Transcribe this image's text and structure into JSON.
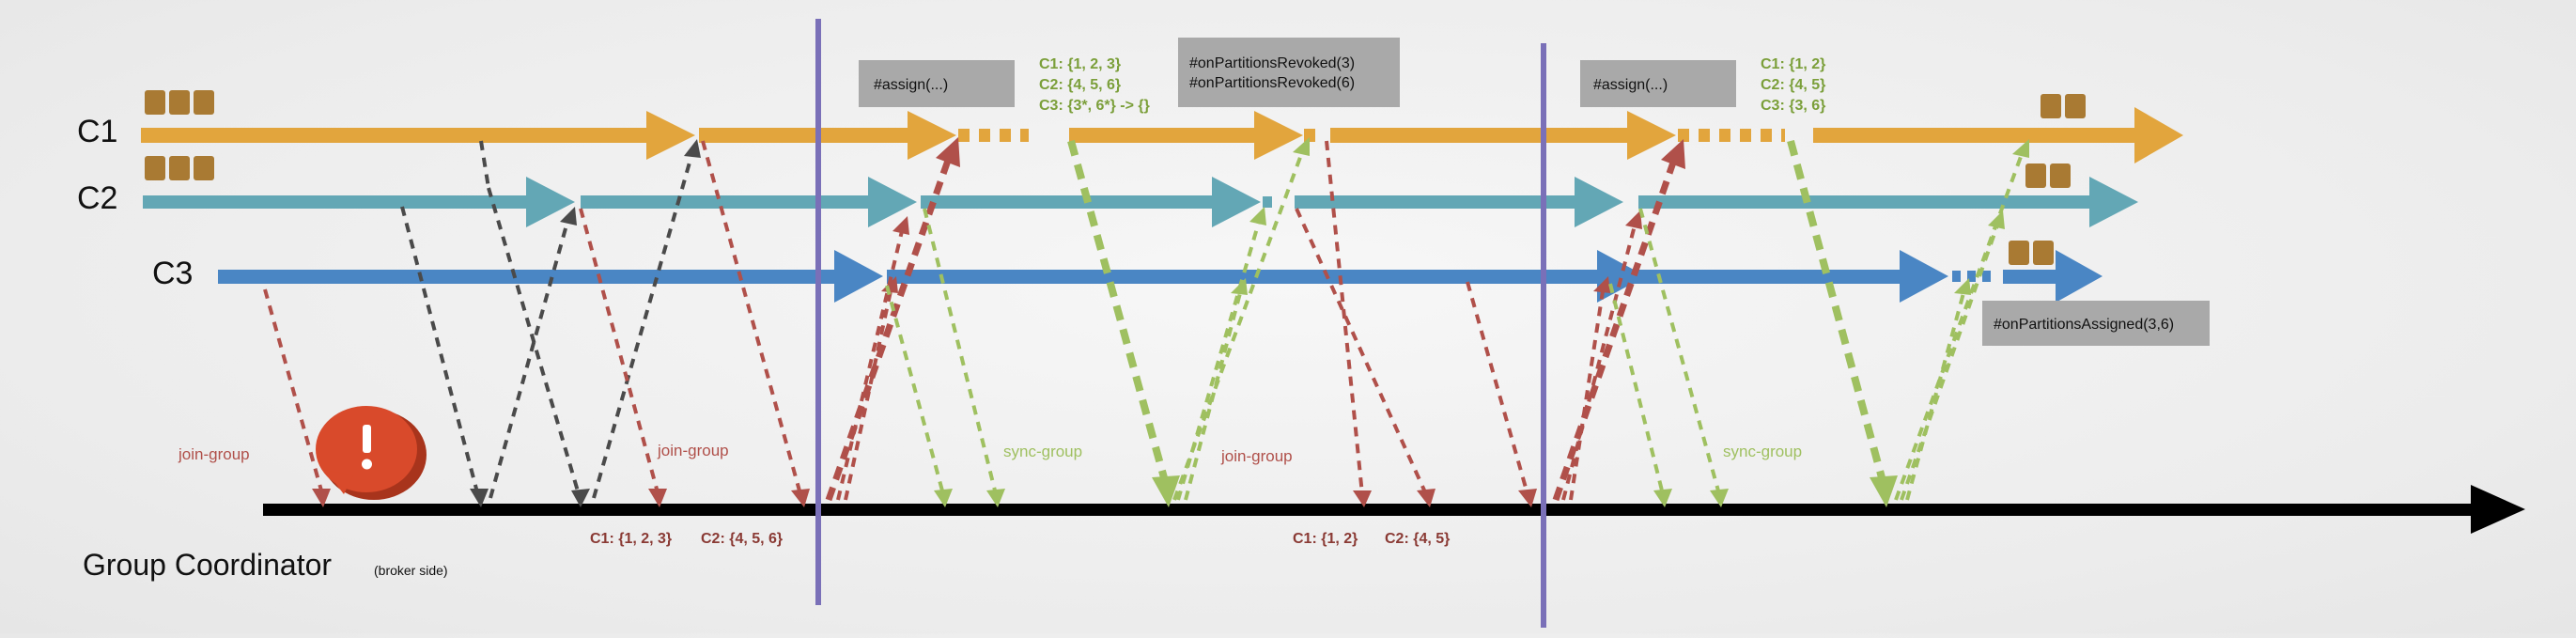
{
  "consumers": [
    {
      "id": "c1",
      "label": "C1",
      "color": "#e2a53d"
    },
    {
      "id": "c2",
      "label": "C2",
      "color": "#63a7b5"
    },
    {
      "id": "c3",
      "label": "C3",
      "color": "#4a86c4"
    }
  ],
  "coordinator": {
    "title": "Group Coordinator",
    "subtitle": "(broker side)"
  },
  "messages": {
    "join1": "join-group",
    "join2": "join-group",
    "sync1": "sync-group",
    "join3": "join-group",
    "sync2": "sync-group"
  },
  "assignments_first": {
    "c1": "C1: {1, 2, 3}",
    "c2": "C2: {4, 5, 6}"
  },
  "assignments_second": {
    "c1": "C1: {1, 2}",
    "c2": "C2: {4, 5}"
  },
  "leader_plan_1": [
    "C1: {1, 2, 3}",
    "C2: {4, 5, 6}",
    "C3: {3*, 6*} -> {}"
  ],
  "leader_plan_2": [
    "C1: {1, 2}",
    "C2: {4, 5}",
    "C3: {3, 6}"
  ],
  "callouts": {
    "assign1": "#assign(...)",
    "revoked": [
      "#onPartitionsRevoked(3)",
      "#onPartitionsRevoked(6)"
    ],
    "assign2": "#assign(...)",
    "assigned": "#onPartitionsAssigned(3,6)"
  },
  "colors": {
    "join": "#b0504a",
    "sync": "#9fc060",
    "dark": "#4a4a4a",
    "separator": "#7a70b8",
    "partition": "#a97a33",
    "callout_bg": "#a9a9a9",
    "alert": "#d94a2b"
  }
}
